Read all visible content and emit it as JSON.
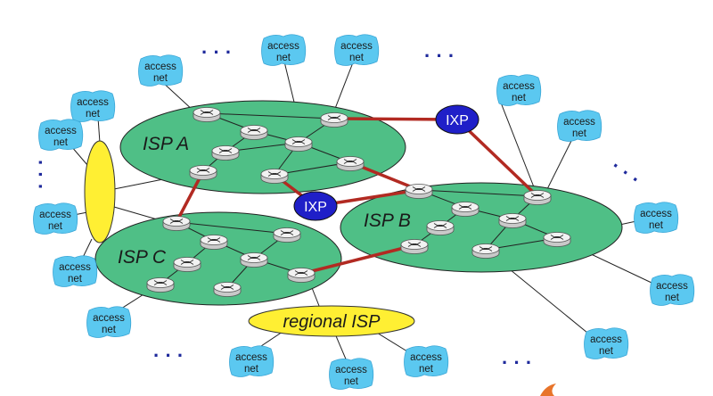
{
  "isps": {
    "a": "ISP A",
    "b": "ISP B",
    "c": "ISP C"
  },
  "ixp_label": "IXP",
  "regional_isp": "regional ISP",
  "access_net": {
    "line1": "access",
    "line2": "net"
  },
  "ellipsis": "· · ·",
  "colors": {
    "isp_fill": "#4fbf86",
    "access_fill": "#5bc8f0",
    "ixp_fill": "#1f1fc8",
    "peering_link": "#b22a22",
    "regional_fill": "#ffef33",
    "dots": "#1f2a9c"
  }
}
